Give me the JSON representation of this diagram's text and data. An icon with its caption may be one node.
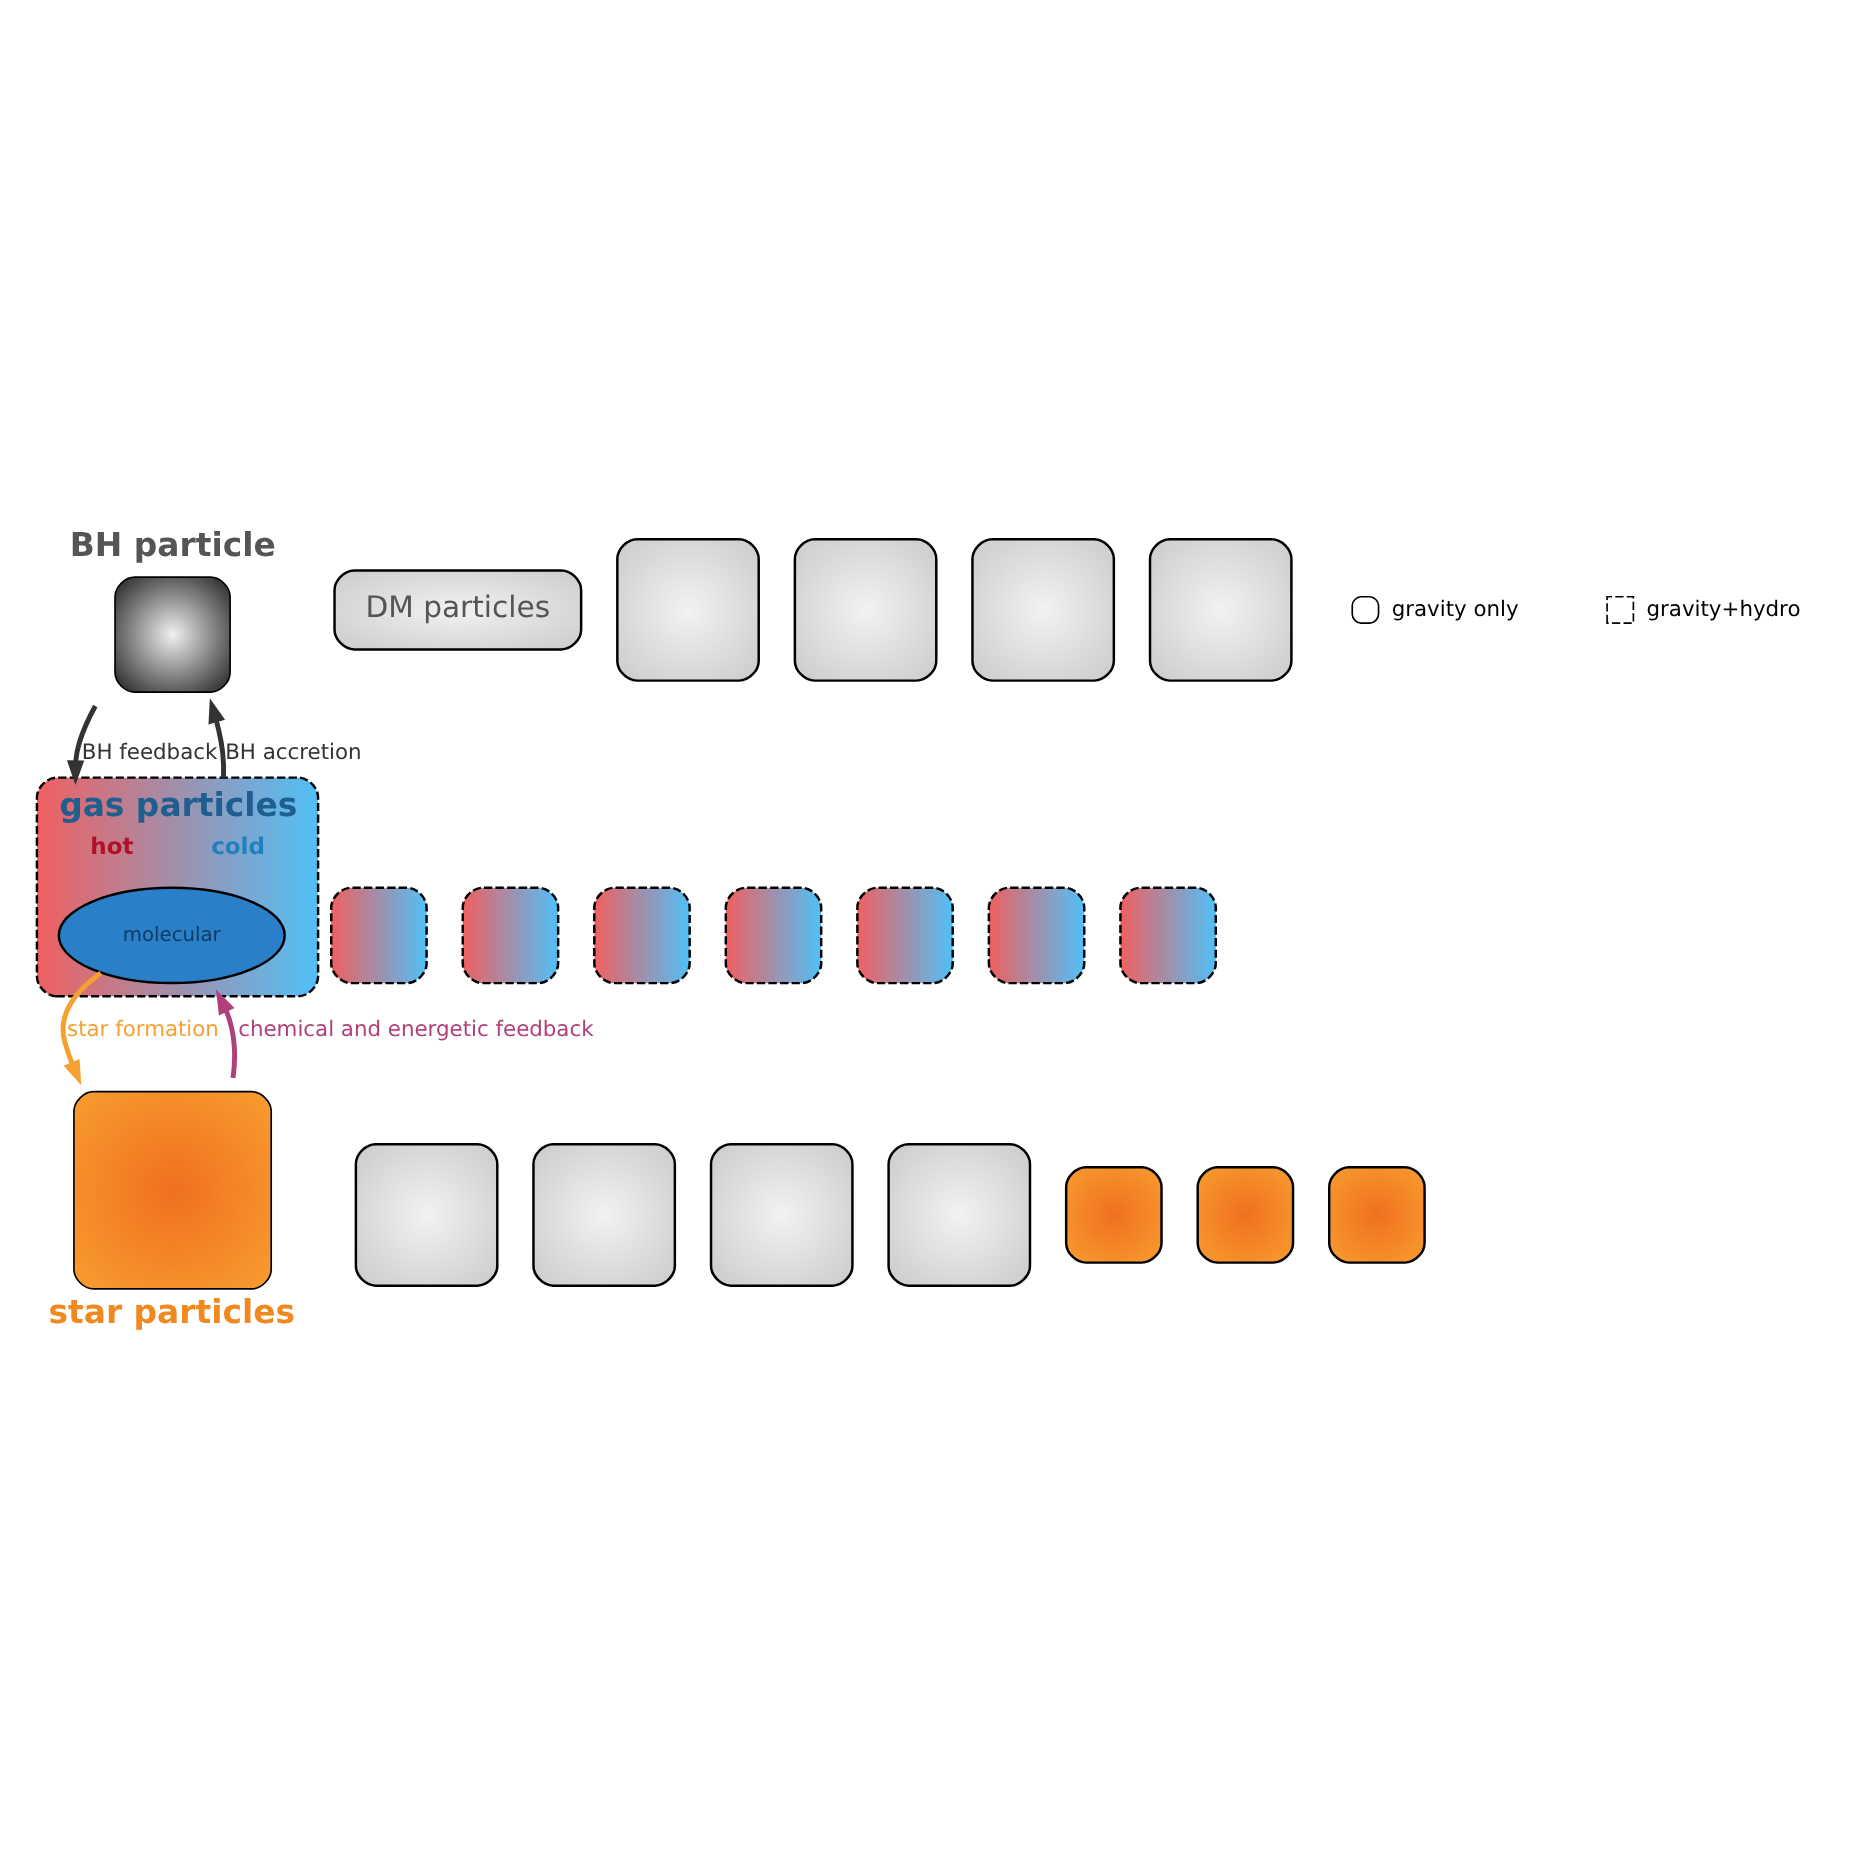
{
  "diagram": {
    "nodes": [
      {
        "text": [
          "BH particle"
        ]
      },
      {
        "text": [
          "DM particles"
        ]
      },
      {
        "text": [
          "gas particles",
          "hot",
          "cold"
        ]
      },
      {
        "text": [
          "molecular"
        ],
        "in": 2
      },
      {
        "text": [
          "star particles"
        ]
      },
      {
        "text": [],
        "shape": "box"
      },
      {
        "text": [],
        "shape": "box"
      },
      {
        "text": [],
        "shape": "box"
      },
      {
        "text": [],
        "shape": "box"
      },
      {
        "text": [],
        "shape": "box"
      },
      {
        "text": [],
        "shape": "box"
      },
      {
        "text": [],
        "shape": "box"
      },
      {
        "text": [],
        "shape": "box"
      },
      {
        "text": [],
        "shape": "box"
      },
      {
        "text": [],
        "shape": "box"
      },
      {
        "text": [],
        "shape": "box"
      },
      {
        "text": [],
        "shape": "box"
      },
      {
        "text": [],
        "shape": "box"
      },
      {
        "text": [],
        "shape": "box"
      },
      {
        "text": [],
        "shape": "box"
      },
      {
        "text": [],
        "shape": "box"
      },
      {
        "text": [],
        "shape": "box"
      },
      {
        "text": [],
        "shape": "box"
      }
    ],
    "edges": [
      {
        "from": 0,
        "to": 2,
        "arrow": "to",
        "label": "BH feedback",
        "color": "#333333"
      },
      {
        "from": 2,
        "to": 0,
        "arrow": "to",
        "label": "BH accretion",
        "color": "#333333"
      },
      {
        "from": 4,
        "to": 2,
        "arrow": "to",
        "label": "chemical and energetic feedback",
        "color": "#b0407a"
      },
      {
        "from": 3,
        "to": 4,
        "arrow": "to",
        "label": "star formation",
        "color": "#f5a030"
      }
    ],
    "legend": [
      {
        "text": "gravity only"
      },
      {
        "text": "gravity+hydro"
      }
    ]
  }
}
